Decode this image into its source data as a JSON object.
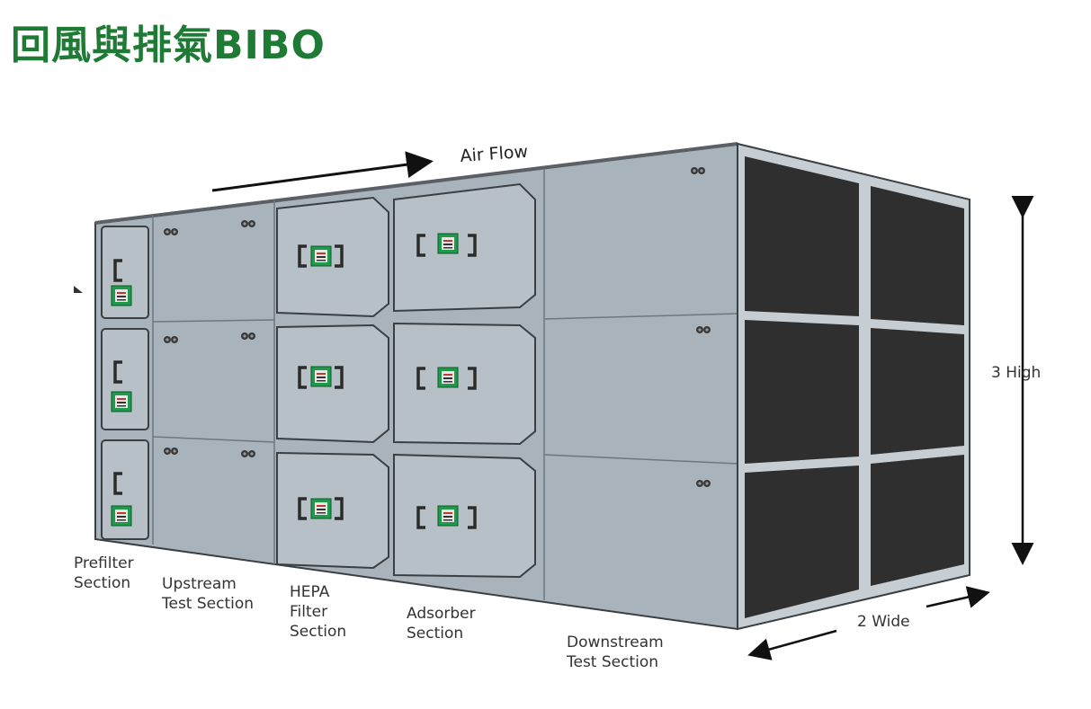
{
  "title": "回風與排氣BIBO",
  "labels": {
    "air_flow": "Air Flow",
    "height": "3 High",
    "width": "2 Wide",
    "prefilter": [
      "Prefilter",
      "Section"
    ],
    "upstream": [
      "Upstream",
      "Test Section"
    ],
    "hepa": [
      "HEPA",
      "Filter",
      "Section"
    ],
    "adsorber": [
      "Adsorber",
      "Section"
    ],
    "downstream": [
      "Downstream",
      "Test Section"
    ]
  },
  "colors": {
    "title": "#1f7a35",
    "housing": "#a9b3bb",
    "filter_face": "#2f2f2f",
    "tag_green": "#1e9a4a"
  }
}
